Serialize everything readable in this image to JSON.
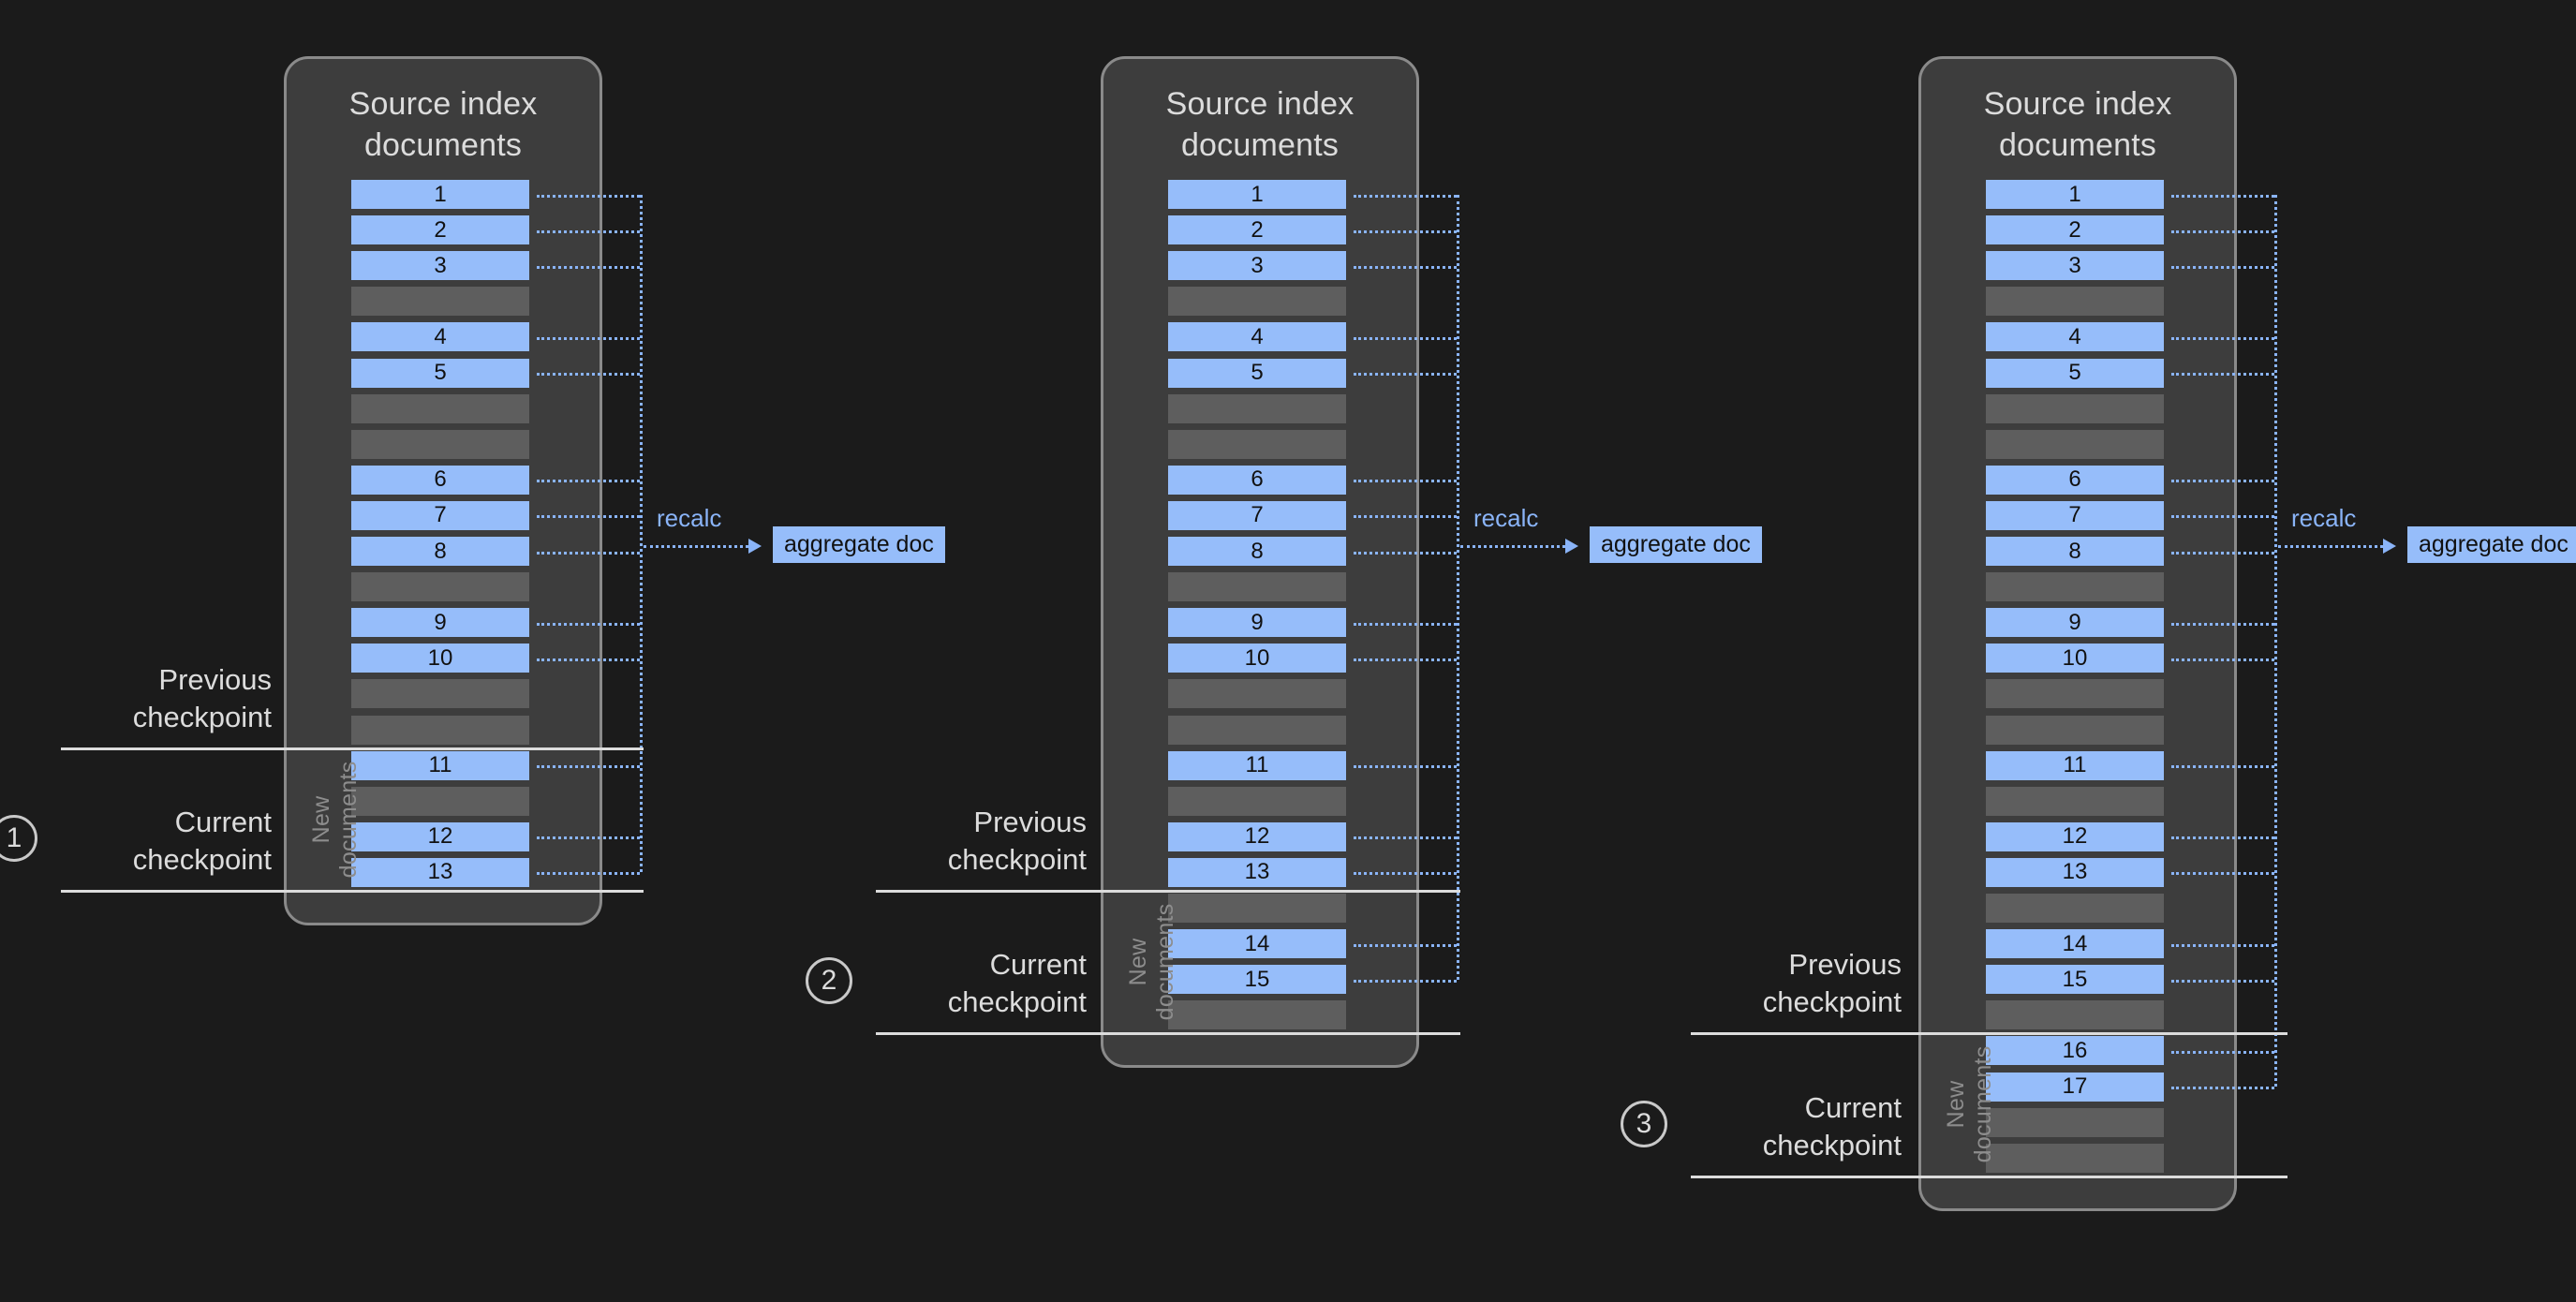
{
  "theme": {
    "background": "#1b1b1b",
    "panel_fill": "#3d3d3d",
    "panel_border": "#8a8a8a",
    "doc_fill": "#96bdfa",
    "gap_fill": "#5e5e5e",
    "accent_blue": "#8ab4f8",
    "text_light": "#dcdcdc",
    "text_muted": "#8d8d8d"
  },
  "panels": [
    {
      "title": "Source index\ndocuments",
      "new_documents_label": "New\ndocuments",
      "rows": [
        {
          "type": "doc",
          "label": "1"
        },
        {
          "type": "doc",
          "label": "2"
        },
        {
          "type": "doc",
          "label": "3"
        },
        {
          "type": "gap",
          "label": ""
        },
        {
          "type": "doc",
          "label": "4"
        },
        {
          "type": "doc",
          "label": "5"
        },
        {
          "type": "gap",
          "label": ""
        },
        {
          "type": "gap",
          "label": ""
        },
        {
          "type": "doc",
          "label": "6"
        },
        {
          "type": "doc",
          "label": "7"
        },
        {
          "type": "doc",
          "label": "8"
        },
        {
          "type": "gap",
          "label": ""
        },
        {
          "type": "doc",
          "label": "9"
        },
        {
          "type": "doc",
          "label": "10"
        },
        {
          "type": "gap",
          "label": ""
        },
        {
          "type": "gap",
          "label": ""
        },
        {
          "type": "doc",
          "label": "11"
        },
        {
          "type": "gap",
          "label": ""
        },
        {
          "type": "doc",
          "label": "12"
        },
        {
          "type": "doc",
          "label": "13"
        }
      ],
      "previous_checkpoint_after_row": 16,
      "current_checkpoint_after_row": 20,
      "recalc_label": "recalc",
      "aggregate_label": "aggregate doc",
      "previous_checkpoint_label": "Previous\ncheckpoint",
      "current_checkpoint_label": "Current\ncheckpoint",
      "step_number": "1"
    },
    {
      "title": "Source index\ndocuments",
      "new_documents_label": "New\ndocuments",
      "rows": [
        {
          "type": "doc",
          "label": "1"
        },
        {
          "type": "doc",
          "label": "2"
        },
        {
          "type": "doc",
          "label": "3"
        },
        {
          "type": "gap",
          "label": ""
        },
        {
          "type": "doc",
          "label": "4"
        },
        {
          "type": "doc",
          "label": "5"
        },
        {
          "type": "gap",
          "label": ""
        },
        {
          "type": "gap",
          "label": ""
        },
        {
          "type": "doc",
          "label": "6"
        },
        {
          "type": "doc",
          "label": "7"
        },
        {
          "type": "doc",
          "label": "8"
        },
        {
          "type": "gap",
          "label": ""
        },
        {
          "type": "doc",
          "label": "9"
        },
        {
          "type": "doc",
          "label": "10"
        },
        {
          "type": "gap",
          "label": ""
        },
        {
          "type": "gap",
          "label": ""
        },
        {
          "type": "doc",
          "label": "11"
        },
        {
          "type": "gap",
          "label": ""
        },
        {
          "type": "doc",
          "label": "12"
        },
        {
          "type": "doc",
          "label": "13"
        },
        {
          "type": "gap",
          "label": ""
        },
        {
          "type": "doc",
          "label": "14"
        },
        {
          "type": "doc",
          "label": "15"
        },
        {
          "type": "gap",
          "label": ""
        }
      ],
      "previous_checkpoint_after_row": 20,
      "current_checkpoint_after_row": 24,
      "recalc_label": "recalc",
      "aggregate_label": "aggregate doc",
      "previous_checkpoint_label": "Previous\ncheckpoint",
      "current_checkpoint_label": "Current\ncheckpoint",
      "step_number": "2"
    },
    {
      "title": "Source index\ndocuments",
      "new_documents_label": "New\ndocuments",
      "rows": [
        {
          "type": "doc",
          "label": "1"
        },
        {
          "type": "doc",
          "label": "2"
        },
        {
          "type": "doc",
          "label": "3"
        },
        {
          "type": "gap",
          "label": ""
        },
        {
          "type": "doc",
          "label": "4"
        },
        {
          "type": "doc",
          "label": "5"
        },
        {
          "type": "gap",
          "label": ""
        },
        {
          "type": "gap",
          "label": ""
        },
        {
          "type": "doc",
          "label": "6"
        },
        {
          "type": "doc",
          "label": "7"
        },
        {
          "type": "doc",
          "label": "8"
        },
        {
          "type": "gap",
          "label": ""
        },
        {
          "type": "doc",
          "label": "9"
        },
        {
          "type": "doc",
          "label": "10"
        },
        {
          "type": "gap",
          "label": ""
        },
        {
          "type": "gap",
          "label": ""
        },
        {
          "type": "doc",
          "label": "11"
        },
        {
          "type": "gap",
          "label": ""
        },
        {
          "type": "doc",
          "label": "12"
        },
        {
          "type": "doc",
          "label": "13"
        },
        {
          "type": "gap",
          "label": ""
        },
        {
          "type": "doc",
          "label": "14"
        },
        {
          "type": "doc",
          "label": "15"
        },
        {
          "type": "gap",
          "label": ""
        },
        {
          "type": "doc",
          "label": "16"
        },
        {
          "type": "doc",
          "label": "17"
        },
        {
          "type": "gap",
          "label": ""
        },
        {
          "type": "gap",
          "label": ""
        }
      ],
      "previous_checkpoint_after_row": 24,
      "current_checkpoint_after_row": 28,
      "recalc_label": "recalc",
      "aggregate_label": "aggregate doc",
      "previous_checkpoint_label": "Previous\ncheckpoint",
      "current_checkpoint_label": "Current\ncheckpoint",
      "step_number": "3"
    }
  ]
}
